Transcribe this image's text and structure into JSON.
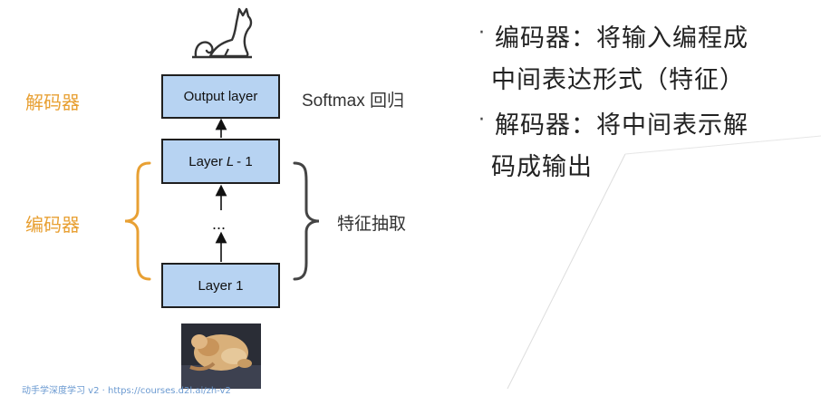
{
  "colors": {
    "box_fill": "#b7d3f2",
    "box_border": "#1f1f1f",
    "decoder_brace": "#e8a033",
    "feature_brace": "#444444",
    "label_orange": "#e8a033"
  },
  "icons": {
    "cat_silhouette": "cat-icon",
    "cat_photo": "cat-photo"
  },
  "diagram": {
    "output_box": "Output layer",
    "layer_l_box": {
      "prefix": "Layer",
      "italic": "L",
      "suffix": "- 1"
    },
    "dots": "...",
    "layer1_box": "Layer 1",
    "decoder_label": "解码器",
    "encoder_label": "编码器",
    "softmax_label": "Softmax 回归",
    "feature_label": "特征抽取"
  },
  "bullets": [
    {
      "line1": "编码器：将输入编程成",
      "line2": "中间表达形式（特征）"
    },
    {
      "line1": "解码器：将中间表示解",
      "line2": "码成输出"
    }
  ],
  "footer": {
    "text": "动手学深度学习 v2 · https://courses.d2l.ai/zh-v2"
  }
}
